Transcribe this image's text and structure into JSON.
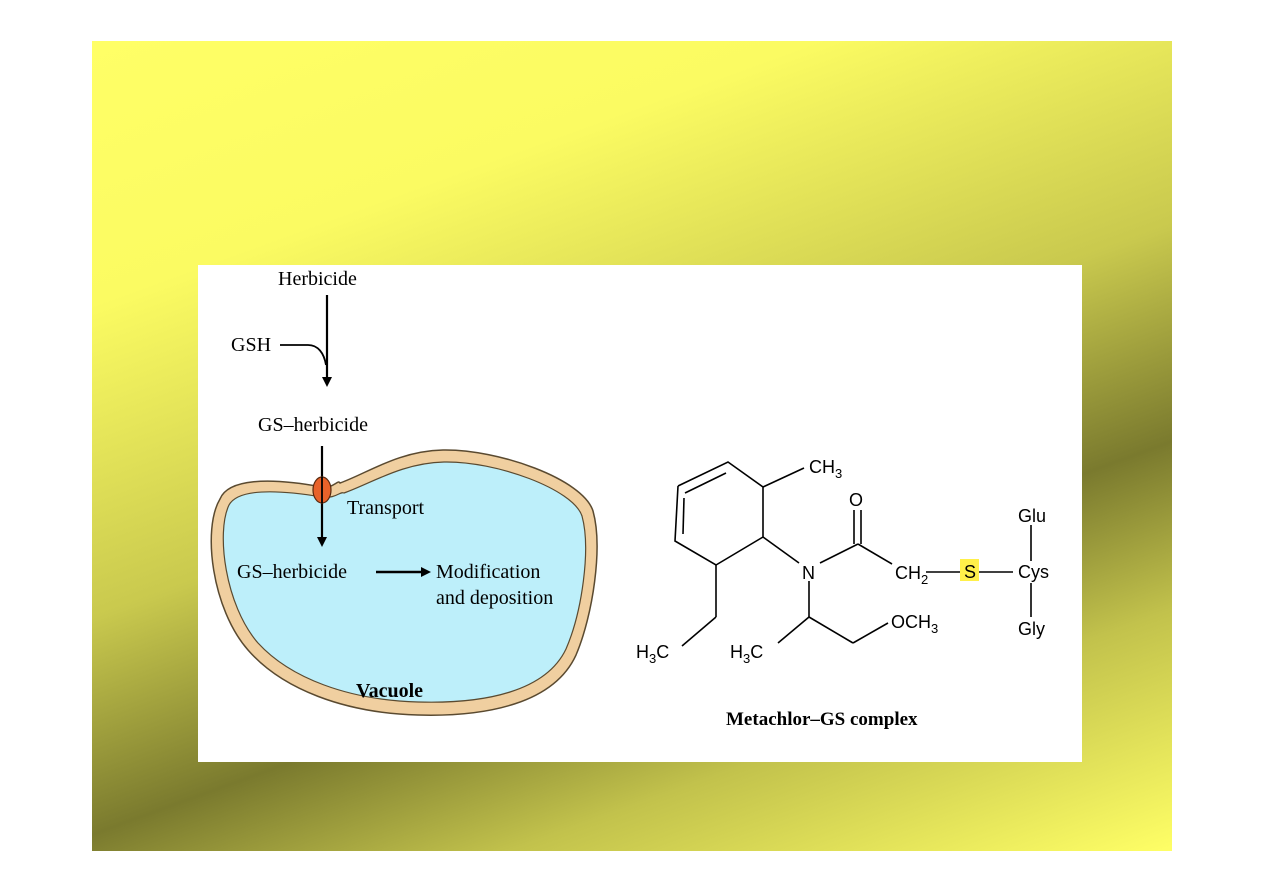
{
  "pathway": {
    "herbicide": "Herbicide",
    "gsh": "GSH",
    "gs_herbicide_top": "GS–herbicide",
    "transport": "Transport",
    "gs_herbicide_inner": "GS–herbicide",
    "modification_line1": "Modification",
    "modification_line2": "and deposition",
    "vacuole": "Vacuole"
  },
  "molecule": {
    "ch3_main": "CH",
    "ch3_sub": "3",
    "oxygen": "O",
    "nitrogen": "N",
    "ch2_main": "CH",
    "ch2_sub": "2",
    "sulfur": "S",
    "glu": "Glu",
    "cys": "Cys",
    "gly": "Gly",
    "och3_main": "OCH",
    "och3_sub": "3",
    "h3c_left_h": "H",
    "h3c_left_sub": "3",
    "h3c_left_c": "C",
    "h3c_mid_h": "H",
    "h3c_mid_sub": "3",
    "h3c_mid_c": "C",
    "caption": "Metachlor–GS complex"
  },
  "colors": {
    "vacuole_fill": "#bdeffa",
    "membrane": "#f0cfa0",
    "transporter": "#e8622a",
    "sulfur_highlight": "#fff04a"
  }
}
